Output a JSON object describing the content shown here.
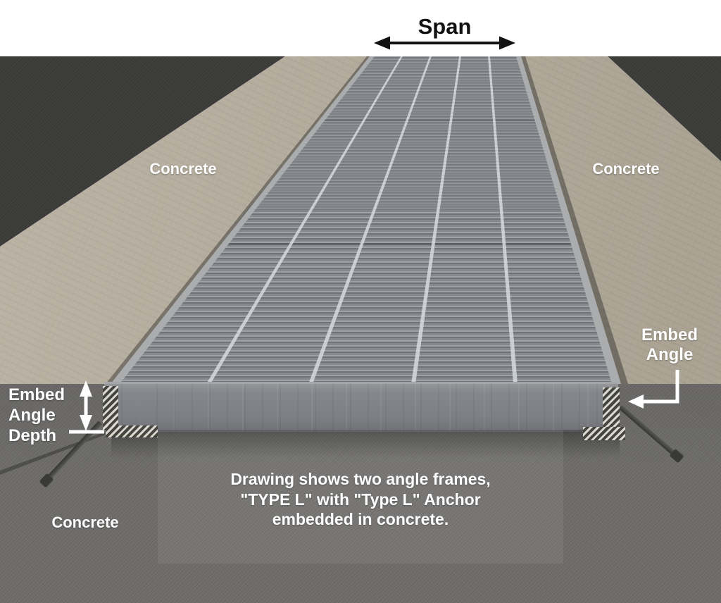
{
  "labels": {
    "span": "Span",
    "concrete_left": "Concrete",
    "concrete_right": "Concrete",
    "concrete_foreground": "Concrete",
    "embed_angle_depth": {
      "lines": [
        "Embed",
        "Angle",
        "Depth"
      ]
    },
    "embed_angle": {
      "lines": [
        "Embed",
        "Angle"
      ]
    }
  },
  "caption": {
    "lines": [
      "Drawing shows two angle frames,",
      "\"TYPE L\" with \"Type L\" Anchor",
      "embedded in concrete."
    ]
  },
  "colors": {
    "top_band": "#ffffff",
    "asphalt": "#3b3b39",
    "concrete_apron": "#b3ab9a",
    "foreground_concrete": "#6d6c6a",
    "grating_steel": "#84878c",
    "label_text": "#ffffff",
    "span_text": "#111111",
    "arrow_white": "#ffffff",
    "arrow_black": "#111111"
  }
}
